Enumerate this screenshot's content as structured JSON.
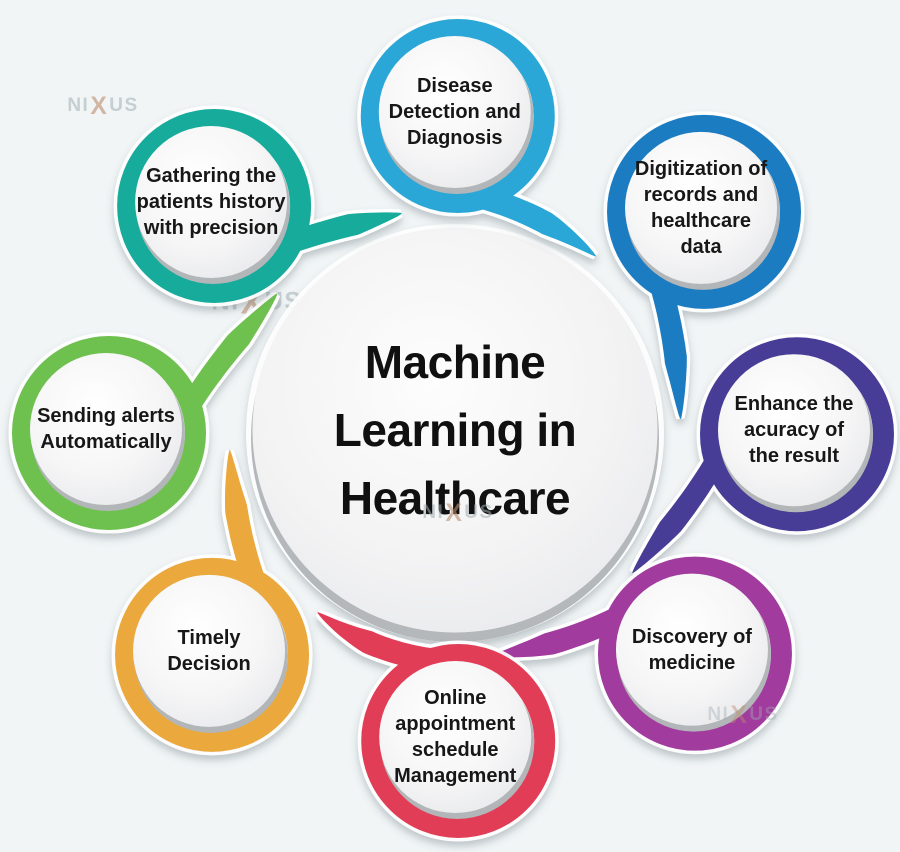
{
  "background_color": "#F1F5F6",
  "center": {
    "title": "Machine\nLearning in\nHealthcare"
  },
  "watermark": {
    "left": "NI",
    "mid": "X",
    "right": "US"
  },
  "satellites": [
    {
      "name": "disease-detection",
      "label": "Disease\nDetection and\nDiagnosis",
      "color": "#2AA7D7",
      "angle_deg": 0.5,
      "distance": 317
    },
    {
      "name": "digitization-records",
      "label": "Digitization of\nrecords and\nhealthcare\ndata",
      "color": "#1C7CC2",
      "angle_deg": 48.4,
      "distance": 333
    },
    {
      "name": "enhance-accuracy",
      "label": "Enhance the\nacuracy of\nthe result",
      "color": "#473D96",
      "angle_deg": 90.2,
      "distance": 342
    },
    {
      "name": "discovery-medicine",
      "label": "Discovery of\nmedicine",
      "color": "#A23A9E",
      "angle_deg": 132.6,
      "distance": 326
    },
    {
      "name": "online-appointment",
      "label": "Online\nappointment\nschedule\nManagement",
      "color": "#E23C56",
      "angle_deg": 179.4,
      "distance": 308
    },
    {
      "name": "timely-decision",
      "label": "Timely\nDecision",
      "color": "#EAA83E",
      "angle_deg": 227.6,
      "distance": 329
    },
    {
      "name": "sending-alerts",
      "label": "Sending alerts\nAutomatically",
      "color": "#6EC050",
      "angle_deg": 270.0,
      "distance": 346
    },
    {
      "name": "gathering-history",
      "label": "Gathering the\npatients history\nwith precision",
      "color": "#17AB9B",
      "angle_deg": 313.3,
      "distance": 331,
      "tail_sweep": 27
    }
  ]
}
